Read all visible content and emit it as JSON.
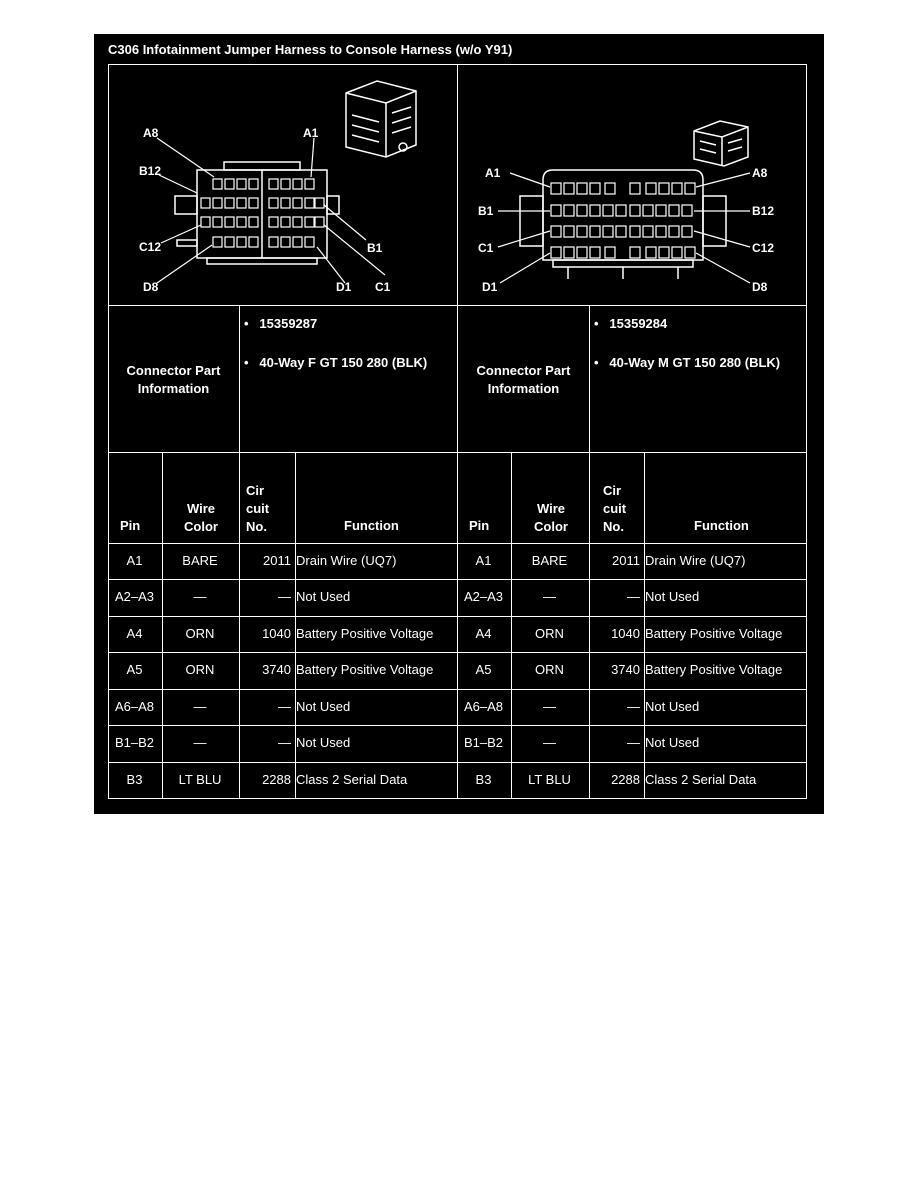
{
  "title": "C306 Infotainment Jumper Harness to Console Harness (w/o Y91)",
  "left_connector": {
    "pin_labels": {
      "a8": "A8",
      "a1": "A1",
      "b12": "B12",
      "b1": "B1",
      "c12": "C12",
      "c1": "C1",
      "d8": "D8",
      "d1": "D1"
    },
    "part_label": "Connector Part Information",
    "part_number": "15359287",
    "part_desc": "40-Way F GT 150 280 (BLK)"
  },
  "right_connector": {
    "pin_labels": {
      "a1": "A1",
      "a8": "A8",
      "b1": "B1",
      "b12": "B12",
      "c1": "C1",
      "c12": "C12",
      "d1": "D1",
      "d8": "D8"
    },
    "part_label": "Connector Part Information",
    "part_number": "15359284",
    "part_desc": "40-Way M GT 150 280 (BLK)"
  },
  "bullet": "•",
  "headers": {
    "pin": "Pin",
    "wire_color": "Wire Color",
    "circuit": "Cir cuit No.",
    "function": "Function"
  },
  "rows": [
    {
      "pin": "A1",
      "color": "BARE",
      "circuit": "2011",
      "function": "Drain Wire (UQ7)"
    },
    {
      "pin": "A2–A3",
      "color": "—",
      "circuit": "—",
      "function": "Not Used"
    },
    {
      "pin": "A4",
      "color": "ORN",
      "circuit": "1040",
      "function": "Battery Positive Voltage"
    },
    {
      "pin": "A5",
      "color": "ORN",
      "circuit": "3740",
      "function": "Battery Positive Voltage"
    },
    {
      "pin": "A6–A8",
      "color": "—",
      "circuit": "—",
      "function": "Not Used"
    },
    {
      "pin": "B1–B2",
      "color": "—",
      "circuit": "—",
      "function": "Not Used"
    },
    {
      "pin": "B3",
      "color": "LT BLU",
      "circuit": "2288",
      "function": "Class 2 Serial Data"
    }
  ]
}
